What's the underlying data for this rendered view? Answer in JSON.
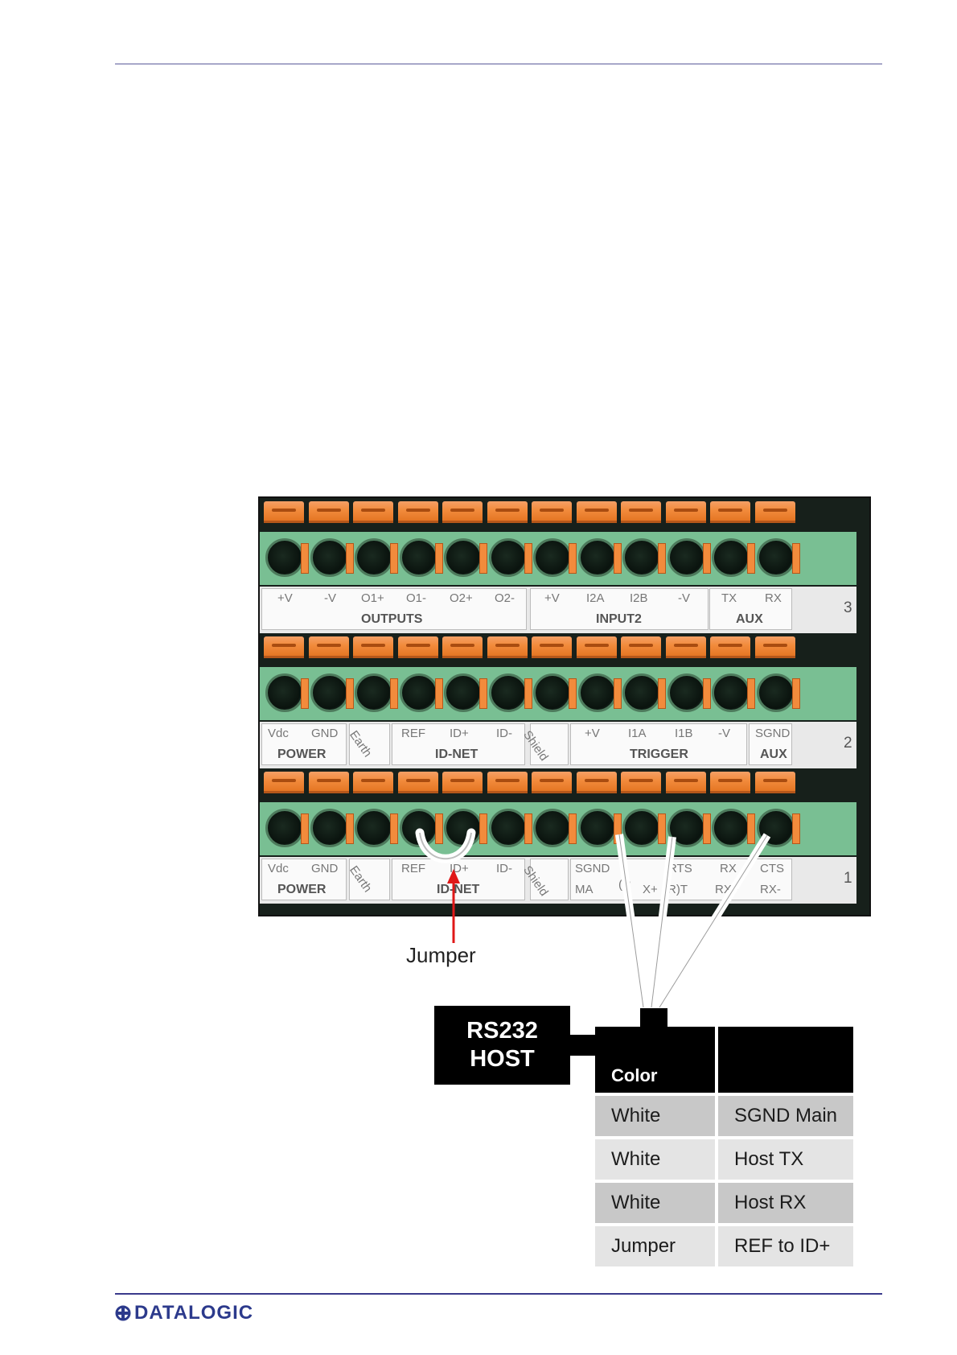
{
  "rows": [
    {
      "number": "3",
      "pins": [
        "+V",
        "-V",
        "O1+",
        "O1-",
        "O2+",
        "O2-",
        "+V",
        "I2A",
        "I2B",
        "-V",
        "TX",
        "RX"
      ],
      "groups": [
        "OUTPUTS",
        "INPUT2",
        "AUX"
      ]
    },
    {
      "number": "2",
      "pins": [
        "Vdc",
        "GND",
        "Earth",
        "REF",
        "ID+",
        "ID-",
        "Shield",
        "+V",
        "I1A",
        "I1B",
        "-V",
        "SGND"
      ],
      "groups": [
        "POWER",
        "ID-NET",
        "TRIGGER",
        "AUX"
      ]
    },
    {
      "number": "1",
      "pins": [
        "Vdc",
        "GND",
        "Earth",
        "REF",
        "ID+",
        "ID-",
        "Shield",
        "SGND",
        "(R",
        "RTS",
        "RX",
        "CTS"
      ],
      "subpins": [
        "MA",
        "X+",
        "(R)T",
        "RX+",
        "RX-"
      ],
      "groups": [
        "POWER",
        "ID-NET"
      ]
    }
  ],
  "jumper_label": "Jumper",
  "host": {
    "line1": "RS232",
    "line2": "HOST"
  },
  "table": {
    "headers": [
      "Color",
      ""
    ],
    "rows": [
      [
        "White",
        "SGND Main"
      ],
      [
        "White",
        "Host TX"
      ],
      [
        "White",
        "Host RX"
      ],
      [
        "Jumper",
        "REF to ID+"
      ]
    ]
  },
  "footer": {
    "logo_text": "DATALOGIC"
  },
  "colors": {
    "rule": "#3a3a8c",
    "terminal_orange": "#f28b3c",
    "board_green": "#79bf93",
    "arrow": "#e01818"
  }
}
